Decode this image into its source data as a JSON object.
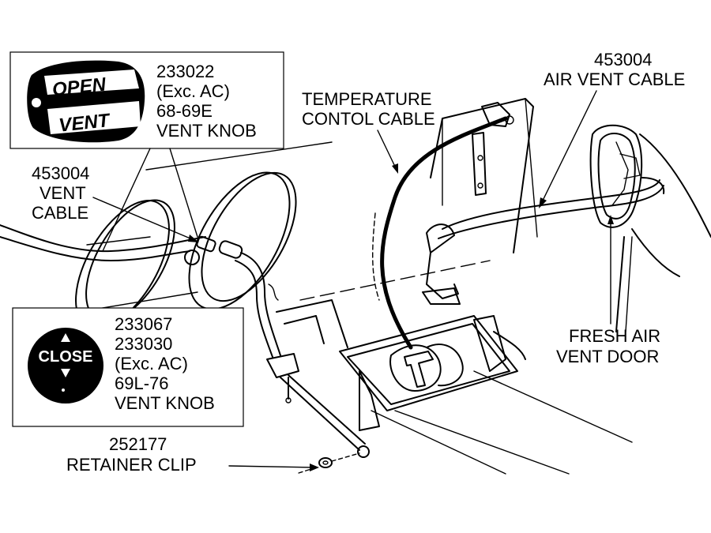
{
  "callouts": {
    "open_vent_knob": {
      "knob_top": "OPEN",
      "knob_bottom": "VENT",
      "lines": [
        "233022",
        "(Exc. AC)",
        "68-69E",
        "VENT KNOB"
      ]
    },
    "close_knob": {
      "knob_text": "CLOSE",
      "lines": [
        "233067",
        "233030",
        "(Exc. AC)",
        "69L-76",
        "VENT KNOB"
      ]
    },
    "vent_cable": {
      "lines": [
        "453004",
        "VENT",
        "CABLE"
      ]
    },
    "temperature_cable": {
      "lines": [
        "TEMPERATURE",
        "CONTOL CABLE"
      ]
    },
    "air_vent_cable": {
      "lines": [
        "453004",
        "AIR VENT CABLE"
      ]
    },
    "fresh_air_door": {
      "lines": [
        "FRESH AIR",
        "VENT DOOR"
      ]
    },
    "retainer_clip": {
      "lines": [
        "252177",
        "RETAINER CLIP"
      ]
    }
  }
}
